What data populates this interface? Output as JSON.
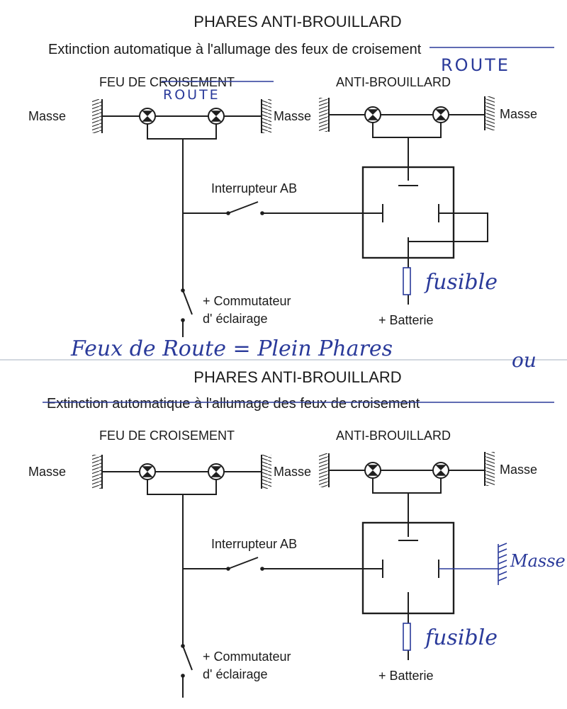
{
  "diagram_top": {
    "title": "PHARES ANTI-BROUILLARD",
    "subtitle_prefix": "Extinction automatique à l'allumage des feux ",
    "subtitle_struck": "de croisement",
    "subtitle_handwritten_replacement": "ROUTE",
    "label_feu_prefix": "FEU DE ",
    "label_feu_struck": "CROISEMENT",
    "label_feu_handwritten_replacement": "ROUTE",
    "label_antibrouillard": "ANTI-BROUILLARD",
    "masse_left": "Masse",
    "masse_middle": "Masse",
    "masse_right": "Masse",
    "switch_label": "Interrupteur AB",
    "commutateur_line1": "+ Commutateur",
    "commutateur_line2": "d' éclairage",
    "batterie": "+ Batterie",
    "fuse_handwritten": "fusible"
  },
  "handwritten_note": "Feux de Route = Plein Phares",
  "handwritten_or": "ou",
  "diagram_bottom": {
    "title": "PHARES ANTI-BROUILLARD",
    "subtitle_struck": "Extinction automatique à l'allumage des feux de croisement",
    "label_feu": "FEU DE CROISEMENT",
    "label_antibrouillard": "ANTI-BROUILLARD",
    "masse_left": "Masse",
    "masse_middle": "Masse",
    "masse_right": "Masse",
    "masse_handwritten": "Masse",
    "switch_label": "Interrupteur AB",
    "commutateur_line1": "+ Commutateur",
    "commutateur_line2": "d' éclairage",
    "batterie": "+ Batterie",
    "fuse_handwritten": "fusible"
  }
}
